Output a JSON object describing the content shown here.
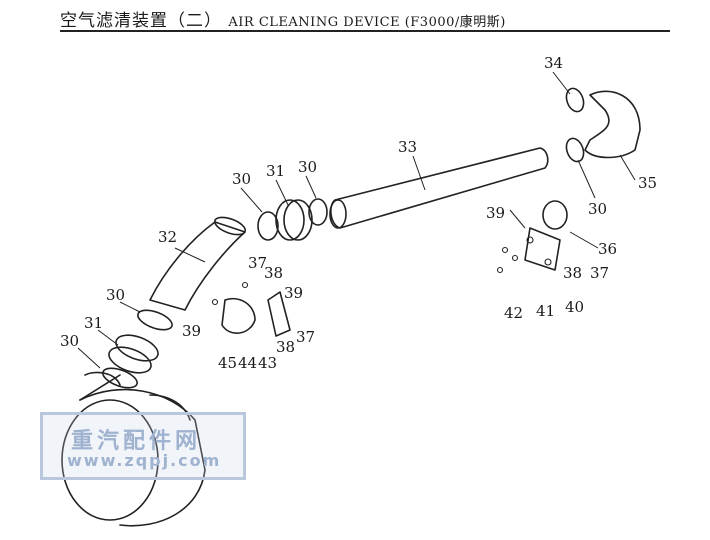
{
  "header": {
    "title_cn": "空气滤清装置（二）",
    "title_en": "AIR CLEANING DEVICE (F3000/康明斯)"
  },
  "callouts": [
    "34",
    "35",
    "30",
    "33",
    "30",
    "31",
    "30",
    "32",
    "39",
    "36",
    "38",
    "37",
    "40",
    "41",
    "42",
    "37",
    "38",
    "39",
    "39",
    "45",
    "44",
    "43",
    "38",
    "37",
    "30",
    "31",
    "30"
  ],
  "watermark": {
    "text_cn": "重汽配件网",
    "url": "www.zqpj.com"
  }
}
